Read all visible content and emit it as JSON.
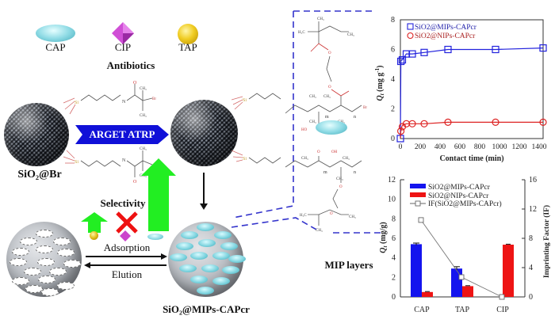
{
  "legend_top": {
    "items": [
      {
        "label": "CAP",
        "shape": "cyan-ellipse",
        "color": "#7fd4df"
      },
      {
        "label": "CIP",
        "shape": "magenta-octahedron",
        "color": "#cc44cc"
      },
      {
        "label": "TAP",
        "shape": "yellow-sphere",
        "color": "#e6c21a"
      }
    ],
    "group_title": "Antibiotics"
  },
  "scheme": {
    "initiator_label": "SiO₂@Br",
    "process_arrow_label": "ARGET ATRP",
    "product_label": "SiO₂@MIPs-CAPcr",
    "mip_layers_label": "MIP layers",
    "selectivity_label": "Selectivity",
    "adsorption_label": "Adsorption",
    "elution_label": "Elution",
    "chem_labels": {
      "si": "Si",
      "o": "O",
      "n": "N",
      "h": "H",
      "br": "Br",
      "ch3": "CH₃",
      "h3c": "H₃C",
      "oh": "OH",
      "ho": "HO",
      "m": "m",
      "n_sub": "n",
      "n_prime": "n'"
    }
  },
  "chart_data": [
    {
      "type": "line",
      "title": "",
      "xlabel": "Contact time (min)",
      "ylabel": "Qt (mg g-1)",
      "xlim": [
        0,
        1440
      ],
      "ylim": [
        0,
        8
      ],
      "xticks": [
        0,
        200,
        400,
        600,
        800,
        1000,
        1200,
        1400
      ],
      "yticks": [
        0,
        2,
        4,
        6,
        8
      ],
      "legend_position": "upper-left",
      "series": [
        {
          "name": "SiO2@MIPs-CAPcr",
          "marker": "square",
          "color": "#2222dd",
          "x": [
            0,
            5,
            10,
            20,
            60,
            120,
            240,
            480,
            960,
            1440
          ],
          "values": [
            0,
            5.2,
            5.3,
            5.3,
            5.7,
            5.7,
            5.8,
            6.0,
            6.0,
            6.1
          ]
        },
        {
          "name": "SiO2@NIPs-CAPcr",
          "marker": "circle",
          "color": "#dd2222",
          "x": [
            0,
            5,
            10,
            20,
            60,
            120,
            240,
            480,
            960,
            1440
          ],
          "values": [
            0,
            0.5,
            0.7,
            0.9,
            1.0,
            1.0,
            1.0,
            1.1,
            1.1,
            1.1
          ]
        }
      ]
    },
    {
      "type": "bar",
      "title": "",
      "xlabel": "",
      "ylabel": "Qt (mg/g)",
      "y2label": "Imprinting Factor (IF)",
      "categories": [
        "CAP",
        "TAP",
        "CIP"
      ],
      "ylim": [
        0,
        12
      ],
      "yticks": [
        0,
        2,
        4,
        6,
        8,
        10,
        12
      ],
      "y2lim": [
        0,
        16
      ],
      "y2ticks": [
        0,
        4,
        8,
        12,
        16
      ],
      "legend_position": "upper-left",
      "series": [
        {
          "name": "SiO2@MIPs-CAPcr",
          "color": "#1414ee",
          "values": [
            5.4,
            2.9,
            0.0
          ],
          "errors": [
            0.1,
            0.2,
            0.0
          ]
        },
        {
          "name": "SiO2@NIPs-CAPcr",
          "color": "#ee1414",
          "values": [
            0.5,
            1.1,
            5.35
          ],
          "errors": [
            0.05,
            0.05,
            0.05
          ]
        },
        {
          "name": "IF(SiO2@MIPs-CAPcr)",
          "color": "#777777",
          "axis": "y2",
          "marker": "open-square",
          "values": [
            10.5,
            2.7,
            0.0
          ]
        }
      ]
    }
  ],
  "chart_text": {
    "top": {
      "yticks": [
        "0",
        "2",
        "4",
        "6",
        "8"
      ],
      "xticks": [
        "0",
        "200",
        "400",
        "600",
        "800",
        "1000",
        "1200",
        "1400"
      ],
      "ylabel_main": "Q",
      "ylabel_sub": "t",
      "ylabel_unit": " (mg g",
      "ylabel_sup": "-1",
      "ylabel_close": ")",
      "xlabel": "Contact time (min)",
      "legend": [
        "SiO2@MIPs-CAPcr",
        "SiO2@NIPs-CAPcr"
      ]
    },
    "bottom": {
      "yticks": [
        "0",
        "2",
        "4",
        "6",
        "8",
        "10",
        "12"
      ],
      "y2ticks": [
        "0",
        "4",
        "8",
        "12",
        "16"
      ],
      "categories": [
        "CAP",
        "TAP",
        "CIP"
      ],
      "ylabel_main": "Q",
      "ylabel_sub": "t",
      "ylabel_unit": " (mg/g)",
      "y2label": "Imprinting  Factor (IF)",
      "legend": [
        "SiO2@MIPs-CAPcr",
        "SiO2@NIPs-CAPcr",
        "IF(SiO2@MIPs-CAPcr)"
      ]
    }
  }
}
